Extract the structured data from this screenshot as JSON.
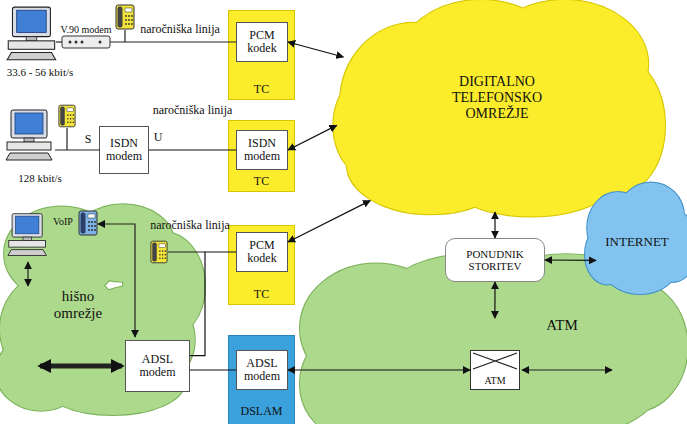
{
  "diagram": {
    "nodes": [
      {
        "text": [
          "TC"
        ]
      },
      {
        "text": [
          "PCM kodek"
        ],
        "in": 0
      },
      {
        "text": [
          "ISDN modem"
        ]
      },
      {
        "text": [
          "TC"
        ]
      },
      {
        "text": [
          "ISDN modem"
        ],
        "in": 3
      },
      {
        "text": [
          "hišno omrežje"
        ]
      },
      {
        "text": [
          "ADSL modem"
        ],
        "in": 5
      },
      {
        "text": [
          "TC"
        ]
      },
      {
        "text": [
          "PCM kodek"
        ],
        "in": 7
      },
      {
        "text": [
          "DSLAM"
        ]
      },
      {
        "text": [
          "ADSL modem"
        ],
        "in": 9
      },
      {
        "text": [
          "DIGITALNO TELEFONSKO OMREŽJE"
        ]
      },
      {
        "text": [
          "PONUDNIK STORITEV"
        ]
      },
      {
        "text": [
          "INTERNET"
        ]
      },
      {
        "text": [
          "ATM"
        ]
      },
      {
        "text": [
          "ATM"
        ],
        "in": 14
      }
    ],
    "edges": [
      {
        "from": 1,
        "to": 11,
        "arrow": "both"
      },
      {
        "from": 4,
        "to": 11,
        "arrow": "both"
      },
      {
        "from": 8,
        "to": 11,
        "arrow": "both"
      },
      {
        "from": 2,
        "to": 4,
        "label": "naročniška linija",
        "arrow": "none"
      },
      {
        "from": 6,
        "to": 8,
        "arrow": "none"
      },
      {
        "from": 6,
        "to": 10,
        "arrow": "none"
      },
      {
        "from": 11,
        "to": 12,
        "arrow": "both"
      },
      {
        "from": 12,
        "to": 13,
        "arrow": "both"
      },
      {
        "from": 12,
        "to": 14,
        "arrow": "both"
      },
      {
        "from": 10,
        "to": 15,
        "arrow": "both"
      }
    ],
    "labels": [
      "V.90 modem",
      "33.6 - 56 kbit/s",
      "naročniška linija",
      "S",
      "U",
      "128 kbit/s",
      "VoIP",
      "naročniška linija"
    ]
  }
}
